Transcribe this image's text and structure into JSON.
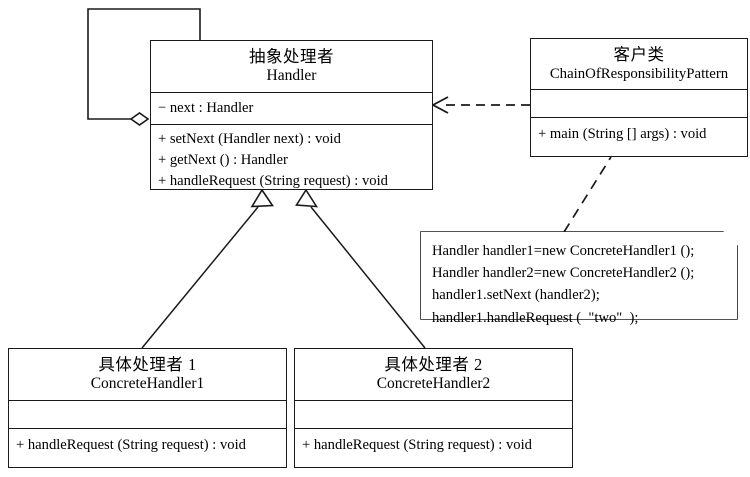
{
  "diagram": {
    "type": "uml-class-diagram",
    "title": "ChainOfResponsibilityPattern",
    "background": "#ffffff",
    "stroke": "#1a1a1a"
  },
  "classes": {
    "handler": {
      "name_cn": "抽象处理者",
      "name_en": "Handler",
      "attributes": [
        "− next : Handler"
      ],
      "operations": [
        "+ setNext (Handler next) : void",
        "+ getNext () : Handler",
        "+ handleRequest (String request) : void"
      ]
    },
    "client": {
      "name_cn": "客户类",
      "name_en": "ChainOfResponsibilityPattern",
      "attributes": [],
      "operations": [
        "+ main (String [] args) : void"
      ]
    },
    "concrete1": {
      "name_cn": "具体处理者 1",
      "name_en": "ConcreteHandler1",
      "attributes": [],
      "operations": [
        "+ handleRequest (String request) : void"
      ]
    },
    "concrete2": {
      "name_cn": "具体处理者 2",
      "name_en": "ConcreteHandler2",
      "attributes": [],
      "operations": [
        "+ handleRequest (String request) : void"
      ]
    }
  },
  "note": {
    "lines": [
      "Handler handler1=new ConcreteHandler1 ();",
      "Handler handler2=new ConcreteHandler2 ();",
      "handler1.setNext (handler2);",
      "handler1.handleRequest (  \"two\"  );"
    ]
  },
  "relations": [
    {
      "name": "self-aggregation",
      "from": "handler",
      "to": "handler",
      "kind": "aggregation"
    },
    {
      "name": "client-dependency",
      "from": "client",
      "to": "handler",
      "kind": "dependency"
    },
    {
      "name": "inheritance-concrete1",
      "from": "concrete1",
      "to": "handler",
      "kind": "generalization"
    },
    {
      "name": "inheritance-concrete2",
      "from": "concrete2",
      "to": "handler",
      "kind": "generalization"
    },
    {
      "name": "note-anchor",
      "from": "note",
      "to": "client",
      "kind": "note-link"
    }
  ]
}
